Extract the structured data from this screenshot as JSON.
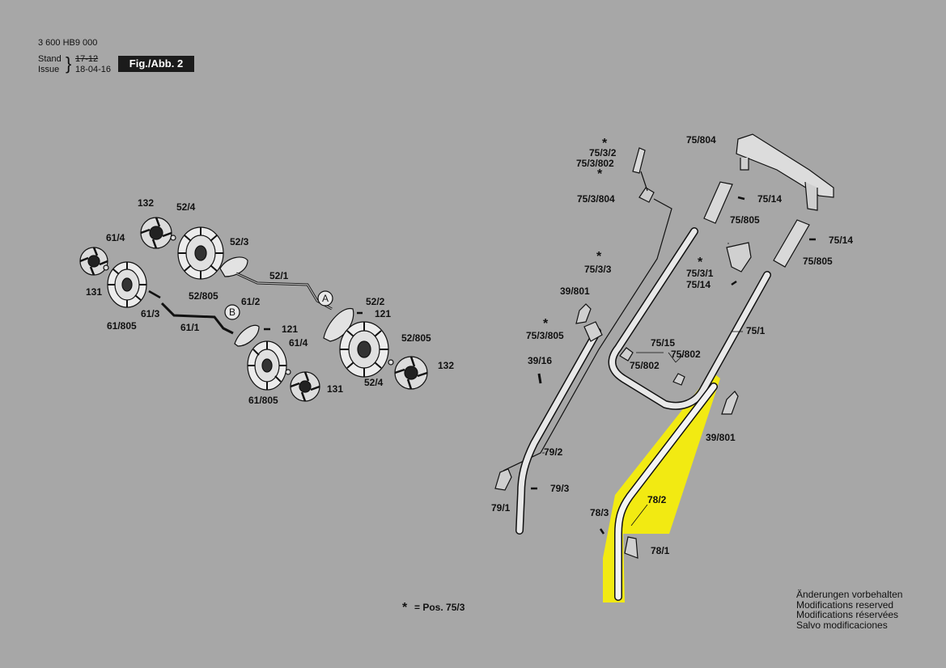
{
  "header": {
    "doc_number": "3 600 HB9 000",
    "stand_label": "Stand",
    "issue_label": "Issue",
    "stand_old_date": "17-12",
    "issue_date": "18-04-16",
    "figure_badge": "Fig./Abb. 2"
  },
  "colors": {
    "background": "#a7a7a7",
    "highlight": "#f2ea12",
    "ink": "#111111",
    "badge": "#1b1b1b"
  },
  "left_assembly_labels": {
    "l132a": "132",
    "l524a": "52/4",
    "l614a": "61/4",
    "l523": "52/3",
    "l131a": "131",
    "l52805a": "52/805",
    "l521": "52/1",
    "lA": "A",
    "l522": "52/2",
    "l612": "61/2",
    "lB": "B",
    "l121a": "121",
    "l121b": "121",
    "l613": "61/3",
    "l61805a": "61/805",
    "l611": "61/1",
    "l614b": "61/4",
    "l52805b": "52/805",
    "l132b": "132",
    "l524b": "52/4",
    "l131b": "131",
    "l61805b": "61/805"
  },
  "right_assembly_labels": {
    "l7532": "75/3/2",
    "l753802": "75/3/802",
    "l753804": "75/3/804",
    "l75804": "75/804",
    "l7514a": "75/14",
    "l75805a": "75/805",
    "l7514b": "75/14",
    "l75805b": "75/805",
    "l7533": "75/3/3",
    "l7531": "75/3/1",
    "l7514c": "75/14",
    "l39801a": "39/801",
    "l753805": "75/3/805",
    "l751": "75/1",
    "l3916": "39/16",
    "l7515": "75/15",
    "l75802a": "75/802",
    "l75802b": "75/802",
    "l39801b": "39/801",
    "l792": "79/2",
    "l793": "79/3",
    "l791": "79/1",
    "l782": "78/2",
    "l783": "78/3",
    "l781": "78/1"
  },
  "footnote": {
    "star": "*",
    "text": "= Pos. 75/3"
  },
  "notice": {
    "de": "Änderungen vorbehalten",
    "en": "Modifications reserved",
    "fr": "Modifications réservées",
    "es": "Salvo modificaciones"
  },
  "star_symbol": "*"
}
